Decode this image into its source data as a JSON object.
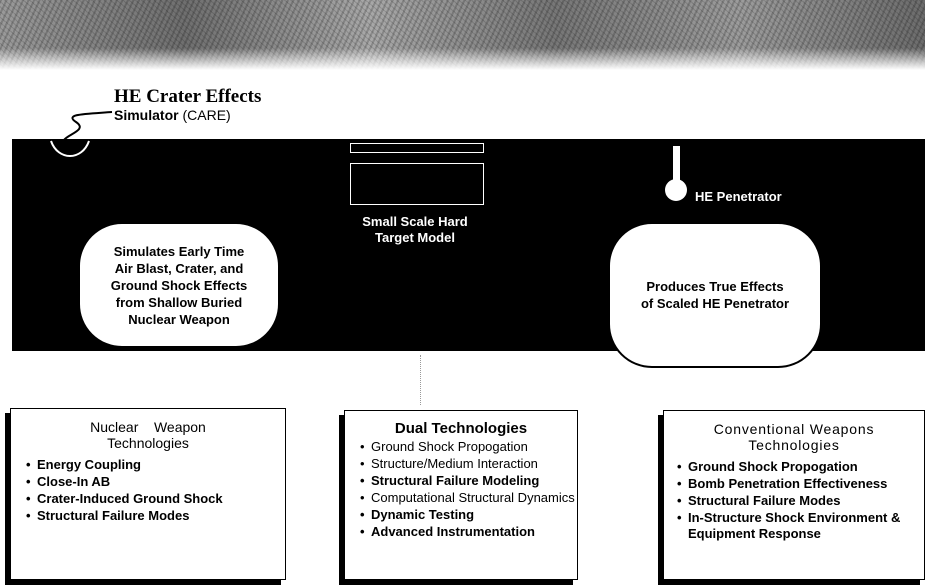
{
  "header": {
    "title": "HE Crater Effects",
    "subtitle_bold": "Simulator",
    "subtitle_rest": " (CARE)"
  },
  "diagram": {
    "model_label": [
      "Small Scale Hard",
      "Target Model"
    ],
    "penetrator_label": "HE Penetrator",
    "cloud_left": [
      "Simulates Early Time",
      "Air Blast, Crater, and",
      "Ground Shock Effects",
      "from Shallow Buried",
      "Nuclear Weapon"
    ],
    "cloud_right": [
      "Produces True Effects",
      "of Scaled HE Penetrator"
    ]
  },
  "boxes": {
    "nuclear": {
      "title": [
        "Nuclear    Weapon",
        "Technologies"
      ],
      "items": [
        "Energy Coupling",
        "Close-In AB",
        "Crater-Induced Ground Shock",
        "Structural Failure Modes"
      ]
    },
    "dual": {
      "title": [
        "Dual Technologies"
      ],
      "items": [
        "Ground Shock Propogation",
        "Structure/Medium Interaction",
        "Structural Failure Modeling",
        "Computational Structural Dynamics",
        "Dynamic Testing",
        "Advanced Instrumentation"
      ]
    },
    "conventional": {
      "title": [
        "Conventional Weapons",
        "Technologies"
      ],
      "items": [
        "Ground Shock Propogation",
        "Bomb Penetration Effectiveness",
        "Structural Failure Modes",
        "In-Structure Shock Environment & Equipment Response"
      ]
    }
  },
  "colors": {
    "panel": "#000000",
    "background": "#ffffff"
  }
}
